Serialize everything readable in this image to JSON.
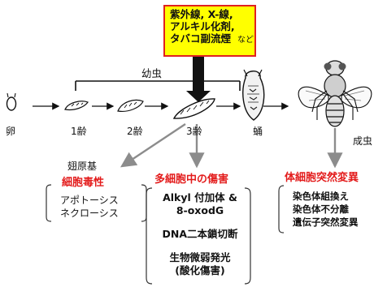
{
  "mutagen_box": {
    "lines": [
      "紫外線, X-線,",
      "アルキル化剤,",
      "タバコ副流煙"
    ],
    "suffix": "など"
  },
  "stages": {
    "larva_group": "幼虫",
    "egg": "卵",
    "instar1": "1齢",
    "instar2": "2齢",
    "instar3": "3齢",
    "pupa": "蛹",
    "adult": "成虫"
  },
  "wing_disc": "翅原基",
  "cytotoxicity": {
    "title": "細胞毒性",
    "items": [
      "アポトーシス",
      "ネクローシス"
    ]
  },
  "multicell_damage": {
    "title": "多細胞中の傷害",
    "items": [
      "Alkyl 付加体 &",
      "8-oxodG",
      "DNA二本鎖切断",
      "生物微弱発光",
      "(酸化傷害)"
    ]
  },
  "somatic_mutation": {
    "title": "体細胞突然変異",
    "items": [
      "染色体組換え",
      "染色体不分離",
      "遺伝子突然変異"
    ]
  },
  "colors": {
    "highlight": "#ffff00",
    "accent_red": "#e31b1b",
    "arrow_gray": "#8c8c8c"
  }
}
